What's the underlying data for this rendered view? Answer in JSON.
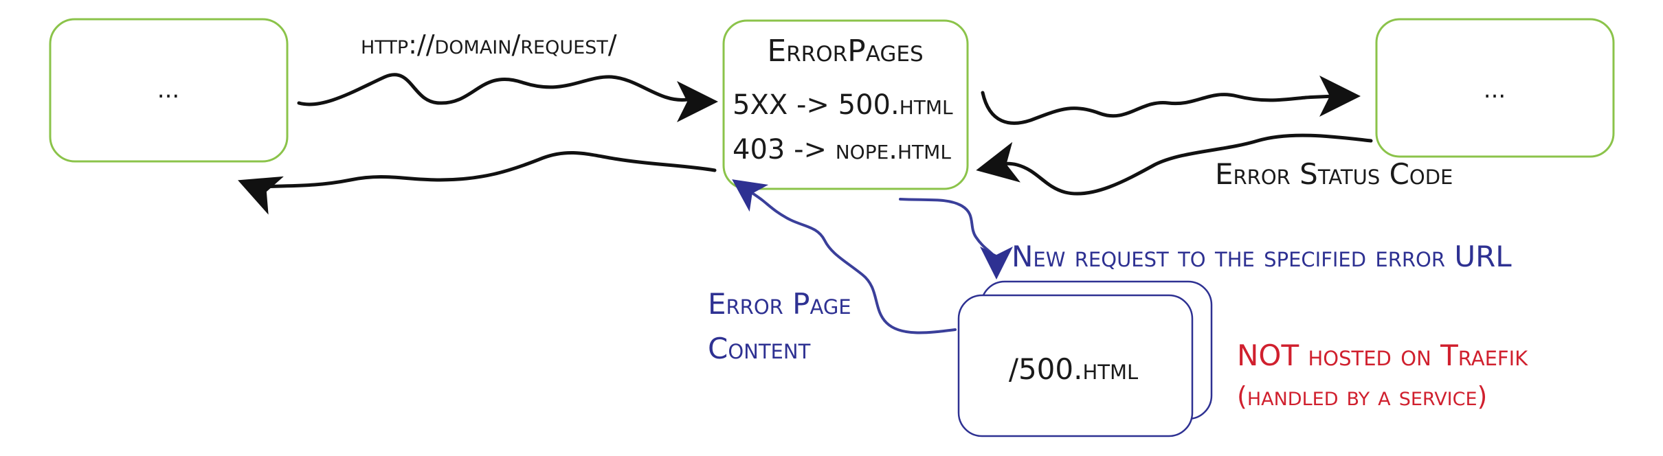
{
  "diagram": {
    "client_box": {
      "label": "..."
    },
    "request_url": "http://domain/request/",
    "middleware": {
      "title": "ErrorPages",
      "rule_5xx": "5XX -> 500.html",
      "rule_403": "403 -> nope.html"
    },
    "backend_box": {
      "label": "..."
    },
    "error_status_code": "Error Status Code",
    "new_request_label": "New request to the specified error URL",
    "error_page_content": [
      "Error Page",
      "Content"
    ],
    "service_box": {
      "label": "/500.html"
    },
    "not_hosted_note": [
      "NOT hosted on Traefik",
      "(handled by a service)"
    ],
    "colors": {
      "box_stroke": "#8bc34a",
      "service_stroke": "#2e3192",
      "annotation_blue": "#2e3192",
      "annotation_red": "#d0202e",
      "arrow": "#111111"
    }
  }
}
